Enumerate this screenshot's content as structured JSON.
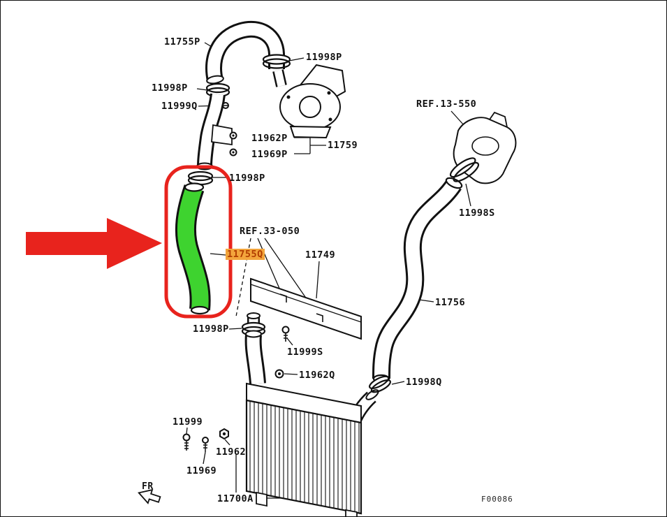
{
  "diagram": {
    "figure_code": "F00086",
    "direction_label": "FR",
    "highlighted_part": "11755Q"
  },
  "colors": {
    "hose_green": "#3ed32f",
    "highlight_red": "#e8231d",
    "label_highlight_bg": "#f3a53c",
    "label_highlight_text": "#b13d00",
    "line_art": "#111111"
  },
  "labels": [
    {
      "part": "11755P",
      "text": "11755P"
    },
    {
      "part": "11998P",
      "text": "11998P"
    },
    {
      "part": "11998P",
      "text": "11998P"
    },
    {
      "part": "11999Q",
      "text": "11999Q"
    },
    {
      "part": "11962P",
      "text": "11962P"
    },
    {
      "part": "11969P",
      "text": "11969P"
    },
    {
      "part": "11759",
      "text": "11759"
    },
    {
      "part": "REF.13-550",
      "text": "REF.13-550"
    },
    {
      "part": "11998P",
      "text": "11998P"
    },
    {
      "part": "11998S",
      "text": "11998S"
    },
    {
      "part": "REF.33-050",
      "text": "REF.33-050"
    },
    {
      "part": "11755Q",
      "text": "11755Q"
    },
    {
      "part": "11749",
      "text": "11749"
    },
    {
      "part": "11756",
      "text": "11756"
    },
    {
      "part": "11998P",
      "text": "11998P"
    },
    {
      "part": "11999S",
      "text": "11999S"
    },
    {
      "part": "11962Q",
      "text": "11962Q"
    },
    {
      "part": "11998Q",
      "text": "11998Q"
    },
    {
      "part": "11999",
      "text": "11999"
    },
    {
      "part": "11962",
      "text": "11962"
    },
    {
      "part": "11969",
      "text": "11969"
    },
    {
      "part": "11700A",
      "text": "11700A"
    },
    {
      "part": "FR",
      "text": "FR"
    },
    {
      "part": "F00086",
      "text": "F00086"
    }
  ]
}
